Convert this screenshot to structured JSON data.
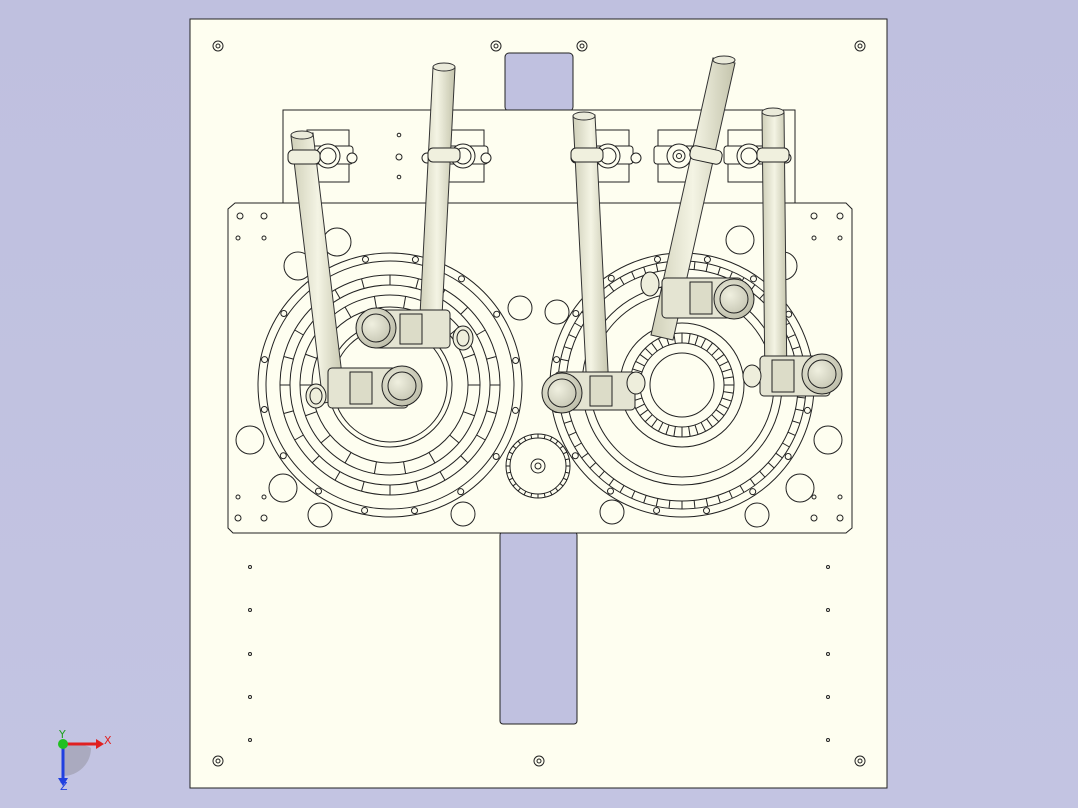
{
  "view": {
    "background_color": "#c0c1e0",
    "part_fill": "#fefef0",
    "line_color": "#1a1a1a",
    "tube_fill": "#e6e6d0",
    "motor_fill": "#d8d8c8"
  },
  "triad": {
    "x_label": "X",
    "y_label": "Y",
    "z_label": "Z",
    "x_color": "#e02020",
    "y_color": "#20c020",
    "z_color": "#2040e0"
  }
}
